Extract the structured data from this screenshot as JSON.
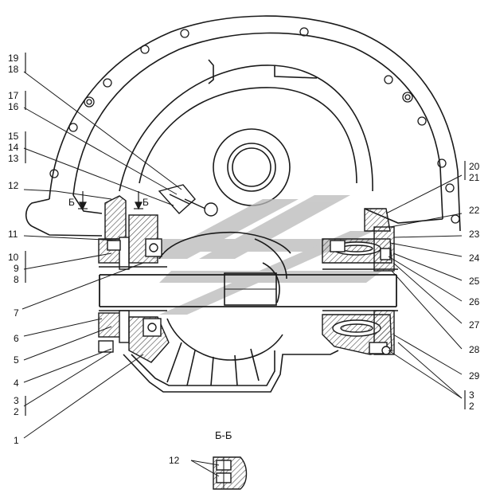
{
  "section_title": "Б-Б",
  "section_marker": "Б",
  "colors": {
    "line": "#1a1a1a",
    "hatch": "#4a4a4a",
    "watermark": "#b9b9b9",
    "paper": "#ffffff"
  },
  "watermark_icon": "brand-logo-watermark",
  "callouts_left": [
    "19",
    "18",
    "17",
    "16",
    "15",
    "14",
    "13",
    "12",
    "11",
    "10",
    "9",
    "8",
    "7",
    "6",
    "5",
    "4",
    "3",
    "2",
    "1"
  ],
  "callouts_right": [
    "20",
    "21",
    "22",
    "23",
    "24",
    "25",
    "26",
    "27",
    "28",
    "29",
    "3",
    "2"
  ],
  "detail_callout": "12"
}
